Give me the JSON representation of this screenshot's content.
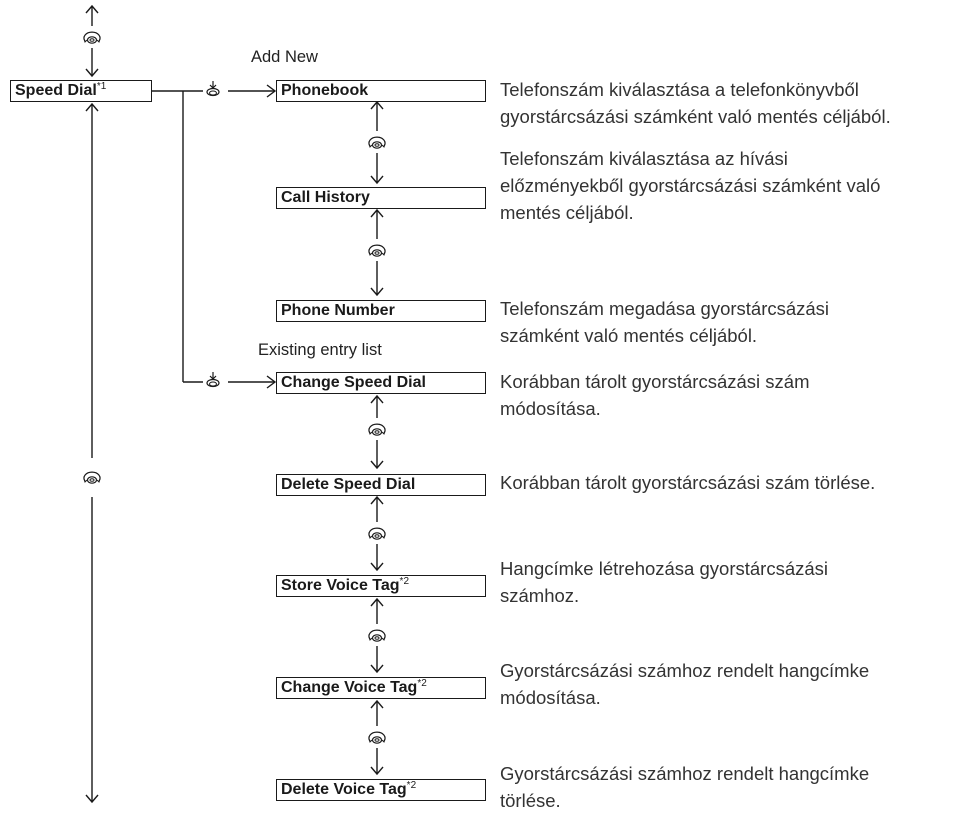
{
  "colors": {
    "line": "#1a1a1a",
    "text": "#333333"
  },
  "icons": {
    "rotate": "rotate-dial-icon",
    "press": "press-knob-icon"
  },
  "root": {
    "label": "Speed Dial",
    "note": "*1"
  },
  "groups": {
    "add_new": "Add New",
    "existing": "Existing entry list"
  },
  "items": [
    {
      "label": "Phonebook",
      "note": "",
      "desc": [
        "Telefonszám kiválasztása a telefonkönyvből",
        "gyorstárcsázási számként való mentés céljából."
      ]
    },
    {
      "label": "Call History",
      "note": "",
      "desc": [
        "Telefonszám kiválasztása az hívási",
        "előzményekből gyorstárcsázási számként való",
        "mentés céljából."
      ]
    },
    {
      "label": "Phone Number",
      "note": "",
      "desc": [
        "Telefonszám megadása gyorstárcsázási",
        "számként való mentés céljából."
      ]
    },
    {
      "label": "Change Speed Dial",
      "note": "",
      "desc": [
        "Korábban tárolt gyorstárcsázási szám",
        "módosítása."
      ]
    },
    {
      "label": "Delete Speed Dial",
      "note": "",
      "desc": [
        "Korábban tárolt gyorstárcsázási szám törlése."
      ]
    },
    {
      "label": "Store Voice Tag",
      "note": "*2",
      "desc": [
        "Hangcímke létrehozása gyorstárcsázási",
        "számhoz."
      ]
    },
    {
      "label": "Change Voice Tag",
      "note": "*2",
      "desc": [
        "Gyorstárcsázási számhoz rendelt hangcímke",
        "módosítása."
      ]
    },
    {
      "label": "Delete Voice Tag",
      "note": "*2",
      "desc": [
        "Gyorstárcsázási számhoz rendelt hangcímke",
        "törlése."
      ]
    }
  ]
}
